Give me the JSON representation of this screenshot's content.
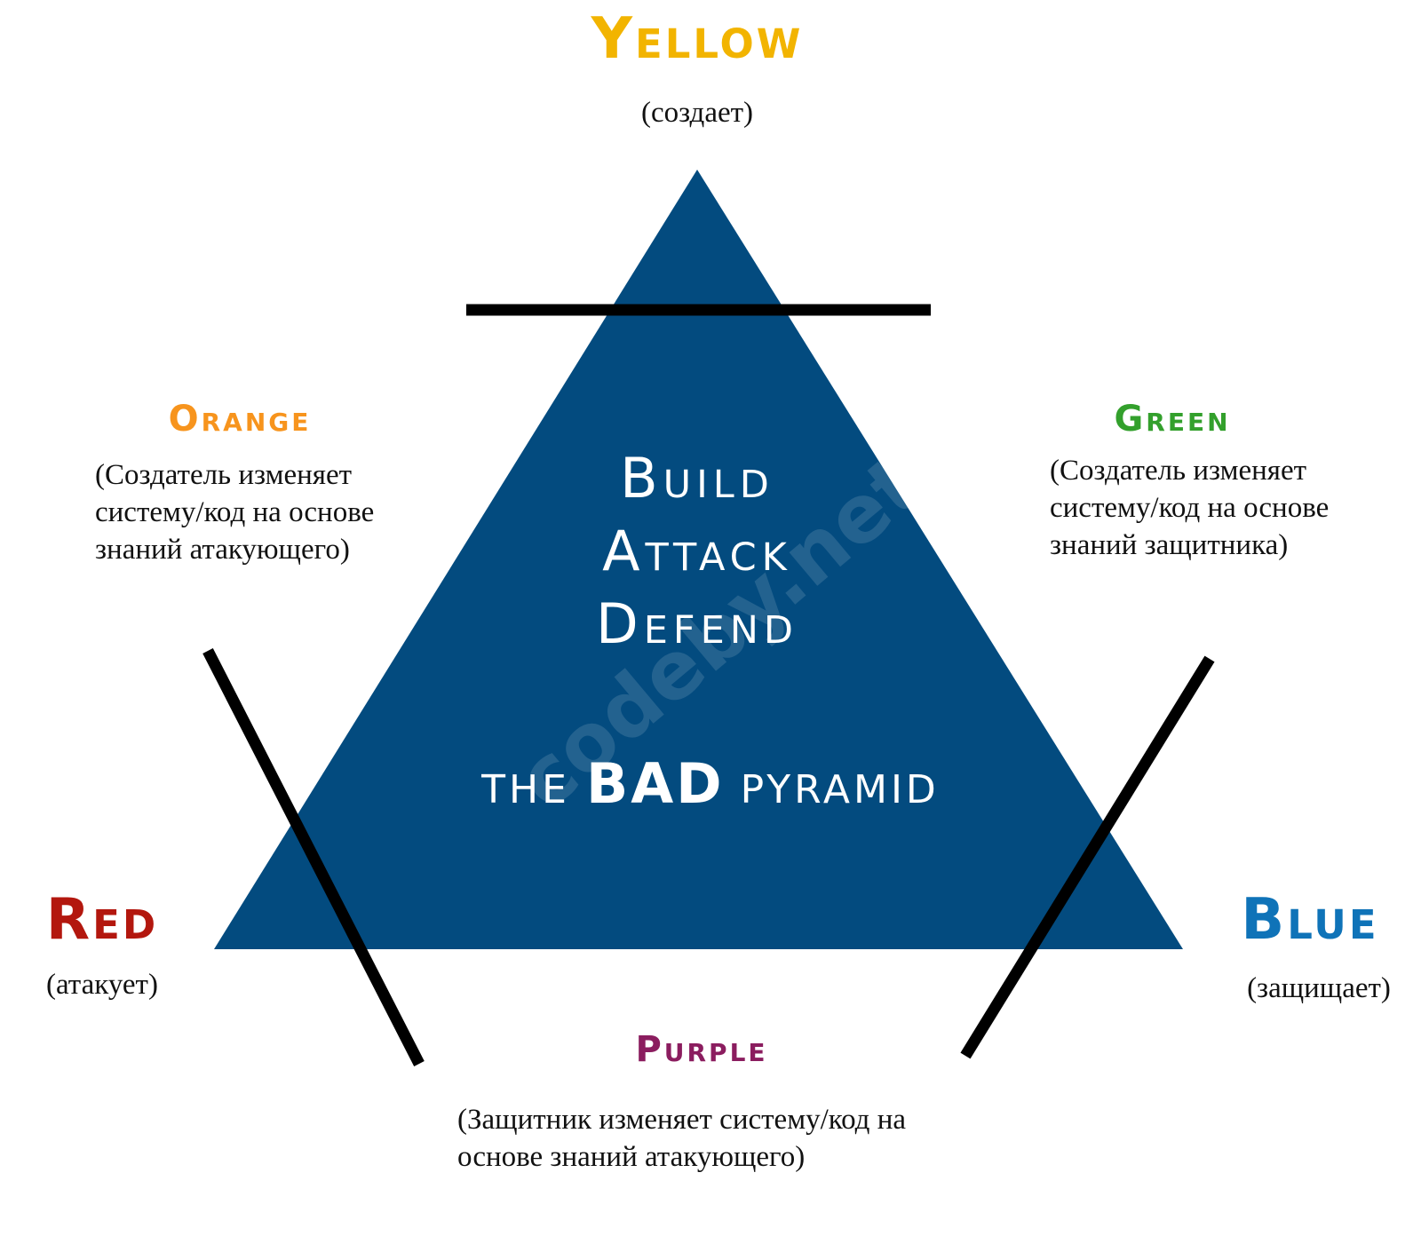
{
  "pyramid": {
    "color": "#034b7f",
    "line_color": "#000000",
    "words": [
      "Build",
      "Attack",
      "Defend"
    ],
    "subtitle_prefix": "the",
    "subtitle_emphasis": "BAD",
    "subtitle_suffix": "pyramid"
  },
  "teams": {
    "yellow": {
      "name": "Yellow",
      "color": "#f2b400",
      "desc": [
        "(создает)"
      ]
    },
    "orange": {
      "name": "Orange",
      "color": "#f7941d",
      "desc": [
        "(Создатель изменяет",
        "систему/код на основе",
        "знаний атакующего)"
      ]
    },
    "green": {
      "name": "Green",
      "color": "#33a02c",
      "desc": [
        "(Создатель изменяет",
        "систему/код на основе",
        "знаний защитника)"
      ]
    },
    "red": {
      "name": "Red",
      "color": "#b3170e",
      "desc": [
        "(атакует)"
      ]
    },
    "blue": {
      "name": "Blue",
      "color": "#0f73b8",
      "desc": [
        "(защищает)"
      ]
    },
    "purple": {
      "name": "Purple",
      "color": "#8b1d5f",
      "desc": [
        "(Защитник изменяет систему/код на",
        "основе знаний атакующего)"
      ]
    }
  },
  "watermark": "codeby.net"
}
